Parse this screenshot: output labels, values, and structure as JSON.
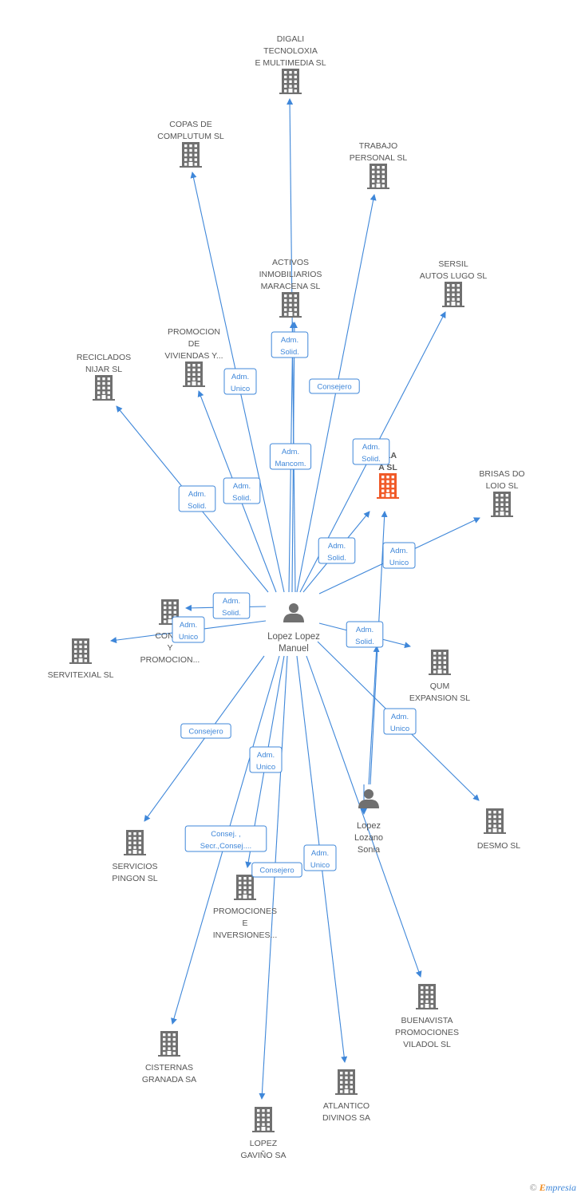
{
  "colors": {
    "edge": "#3f87d9",
    "building": "#707070",
    "highlight": "#f05a28",
    "person": "#707070"
  },
  "center": {
    "id": "lopez",
    "lines": [
      "Lopez Lopez",
      "Manuel"
    ]
  },
  "companies": [
    {
      "id": "digali",
      "lines": [
        "DIGALI",
        "TECNOLOXIA",
        "E MULTIMEDIA SL"
      ]
    },
    {
      "id": "copas",
      "lines": [
        "COPAS DE",
        "COMPLUTUM SL"
      ]
    },
    {
      "id": "trabajo",
      "lines": [
        "TRABAJO",
        "PERSONAL SL"
      ]
    },
    {
      "id": "activos",
      "lines": [
        "ACTIVOS",
        "INMOBILIARIOS",
        "MARACENA SL"
      ]
    },
    {
      "id": "sersil",
      "lines": [
        "SERSIL",
        "AUTOS LUGO SL"
      ]
    },
    {
      "id": "promocion",
      "lines": [
        "PROMOCION",
        "DE",
        "VIVIENDAS Y..."
      ]
    },
    {
      "id": "reciclados",
      "lines": [
        "RECICLADOS",
        "NIJAR SL"
      ]
    },
    {
      "id": "ola",
      "lines": [
        "OLA",
        "A SL"
      ],
      "highlight": true
    },
    {
      "id": "brisas",
      "lines": [
        "BRISAS DO",
        "LOIO SL"
      ]
    },
    {
      "id": "contr",
      "lines": [
        "CONTR",
        "Y",
        "PROMOCION..."
      ]
    },
    {
      "id": "servitexial",
      "lines": [
        "SERVITEXIAL SL"
      ]
    },
    {
      "id": "qum",
      "lines": [
        "QUM",
        "EXPANSION SL"
      ]
    },
    {
      "id": "desmo",
      "lines": [
        "DESMO SL"
      ]
    },
    {
      "id": "servicios",
      "lines": [
        "SERVICIOS",
        "PINGON SL"
      ]
    },
    {
      "id": "promociones",
      "lines": [
        "PROMOCIONES",
        "E",
        "INVERSIONES..."
      ]
    },
    {
      "id": "buenavista",
      "lines": [
        "BUENAVISTA",
        "PROMOCIONES",
        "VILADOL SL"
      ]
    },
    {
      "id": "cisternas",
      "lines": [
        "CISTERNAS",
        "GRANADA SA"
      ]
    },
    {
      "id": "atlantico",
      "lines": [
        "ATLANTICO",
        "DIVINOS SA"
      ]
    },
    {
      "id": "gavino",
      "lines": [
        "LOPEZ",
        "GAVIÑO SA"
      ]
    }
  ],
  "persons": [
    {
      "id": "sonia",
      "lines": [
        "Lopez",
        "Lozano",
        "Sonia"
      ]
    }
  ],
  "edges": [
    {
      "from": "lopez",
      "to": "digali",
      "roles": []
    },
    {
      "from": "lopez",
      "to": "copas",
      "roles": [
        "Adm.",
        "Unico"
      ]
    },
    {
      "from": "lopez",
      "to": "trabajo",
      "roles": [
        "Consejero"
      ]
    },
    {
      "from": "lopez",
      "to": "activos",
      "roles": [
        "Adm.",
        "Solid."
      ]
    },
    {
      "from": "lopez",
      "to": "activos",
      "roles": [
        "Adm.",
        "Mancom."
      ]
    },
    {
      "from": "lopez",
      "to": "sersil",
      "roles": [
        "Adm.",
        "Solid."
      ]
    },
    {
      "from": "lopez",
      "to": "promocion",
      "roles": [
        "Adm.",
        "Solid."
      ]
    },
    {
      "from": "lopez",
      "to": "reciclados",
      "roles": [
        "Adm.",
        "Solid."
      ]
    },
    {
      "from": "lopez",
      "to": "ola",
      "roles": [
        "Adm.",
        "Solid."
      ]
    },
    {
      "from": "lopez",
      "to": "brisas",
      "roles": [
        "Adm.",
        "Unico"
      ]
    },
    {
      "from": "lopez",
      "to": "contr",
      "roles": [
        "Adm.",
        "Solid."
      ]
    },
    {
      "from": "lopez",
      "to": "servitexial",
      "roles": [
        "Adm.",
        "Unico"
      ]
    },
    {
      "from": "lopez",
      "to": "qum",
      "roles": [
        "Adm.",
        "Solid."
      ]
    },
    {
      "from": "lopez",
      "to": "desmo",
      "roles": [
        "Adm.",
        "Unico"
      ]
    },
    {
      "from": "lopez",
      "to": "servicios",
      "roles": [
        "Consejero"
      ]
    },
    {
      "from": "lopez",
      "to": "promociones",
      "roles": [
        "Adm.",
        "Unico"
      ]
    },
    {
      "from": "lopez",
      "to": "cisternas",
      "roles": [
        "Consej. ,",
        "Secr.,Consej...."
      ]
    },
    {
      "from": "lopez",
      "to": "gavino",
      "roles": [
        "Consejero"
      ]
    },
    {
      "from": "lopez",
      "to": "atlantico",
      "roles": [
        "Adm.",
        "Unico"
      ]
    },
    {
      "from": "lopez",
      "to": "buenavista",
      "roles": []
    },
    {
      "from": "sonia",
      "to": "ola",
      "roles": []
    },
    {
      "from": "sonia",
      "to": "qum",
      "roles": [
        "Adm.",
        "Solid."
      ]
    },
    {
      "from": "sonia",
      "to": "buenavista",
      "roles": [
        "Adm.",
        "Unico"
      ]
    }
  ],
  "footer": {
    "copyright": "©",
    "brand_initial": "E",
    "brand_rest": "mpresia"
  }
}
